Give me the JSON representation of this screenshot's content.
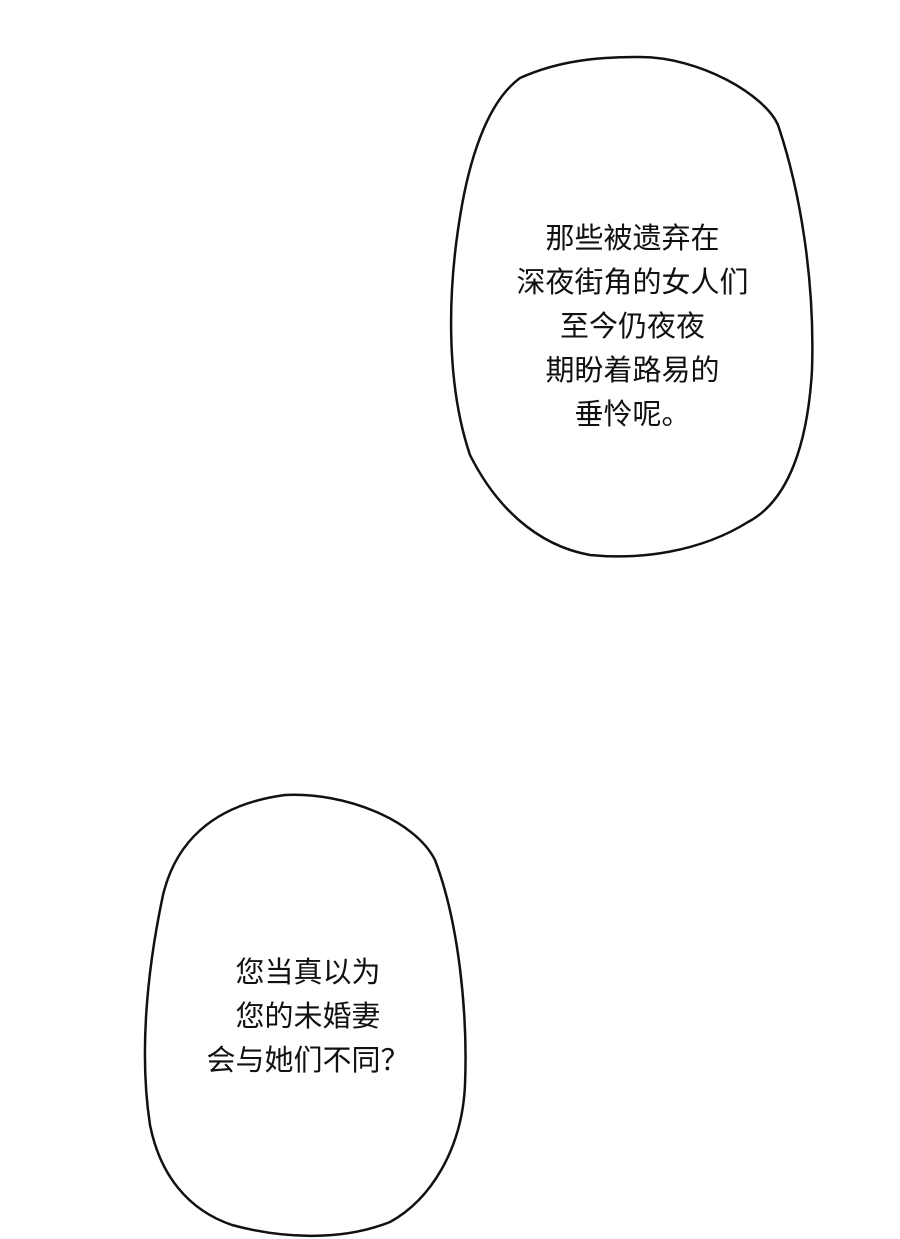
{
  "bubbles": [
    {
      "lines": [
        "那些被遗弃在",
        "深夜街角的女人们",
        "至今仍夜夜",
        "期盼着路易的",
        "垂怜呢。"
      ]
    },
    {
      "lines": [
        "您当真以为",
        "您的未婚妻",
        "会与她们不同？"
      ]
    }
  ],
  "colors": {
    "background": "#ffffff",
    "ink": "#111111"
  }
}
